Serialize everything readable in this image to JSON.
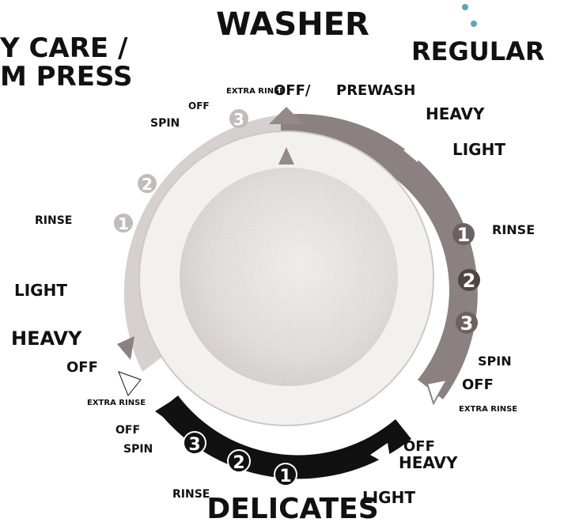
{
  "title": "WASHER",
  "sections": {
    "perm_care_line1": "Y CARE /",
    "perm_care_line2": "M PRESS",
    "regular": "REGULAR",
    "delicates": "DELICATES"
  },
  "regular_labels": {
    "extra_rinse": "EXTRA RINSE",
    "off": "OFF/",
    "prewash": "PREWASH",
    "heavy": "HEAVY",
    "light": "LIGHT",
    "rinse": "RINSE",
    "num_1": "1",
    "num_2": "2",
    "num_3": "3",
    "spin": "SPIN",
    "off2": "OFF"
  },
  "perm_labels": {
    "spin": "SPIN",
    "off": "OFF",
    "num_3": "3",
    "num_2": "2",
    "num_1": "1",
    "rinse": "RINSE",
    "light": "LIGHT",
    "heavy": "HEAVY",
    "off2": "OFF"
  },
  "delicates_labels": {
    "extra_rinse": "EXTRA RINSE",
    "off": "OFF",
    "spin": "SPIN",
    "num_3": "3",
    "num_2": "2",
    "num_1": "1",
    "rinse": "RINSE",
    "off2": "OFF",
    "heavy": "HEAVY",
    "light": "LIGHT",
    "extra_rinse2": "EXTRA RINSE"
  },
  "colors": {
    "regular_band": "#8a7f7f",
    "perm_band": "#cfc9c9",
    "delicates_band": "#111111",
    "knob_ring": "#f1eeee",
    "knob_face": "#e4e0e0",
    "pointer": "#958a8a",
    "dots": "#5aa6b5"
  }
}
